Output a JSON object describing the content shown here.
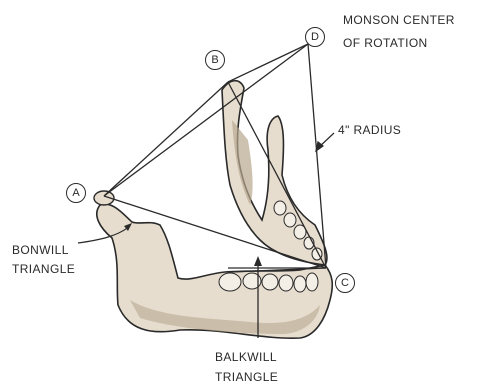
{
  "points": {
    "a": "A",
    "b": "B",
    "c": "C",
    "d": "D"
  },
  "labels": {
    "monson_line1": "MONSON CENTER",
    "monson_line2": "OF ROTATION",
    "radius": "4\" RADIUS",
    "bonwill_line1": "BONWILL",
    "bonwill_line2": "TRIANGLE",
    "balkwill_line1": "BALKWILL",
    "balkwill_line2": "TRIANGLE"
  },
  "colors": {
    "ink": "#2a2a2a",
    "bone": "#e6ddcf",
    "bone_shade": "#b8a88f"
  }
}
